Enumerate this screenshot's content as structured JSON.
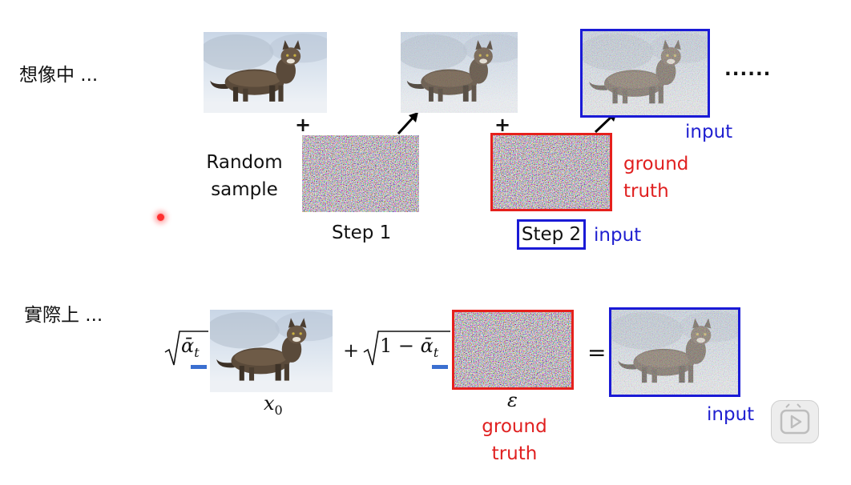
{
  "rows": {
    "imagined_label": "想像中 ...",
    "actual_label": "實際上 ..."
  },
  "top": {
    "plus_1": "+",
    "plus_2": "+",
    "random_sample_line1": "Random",
    "random_sample_line2": "sample",
    "step1_label": "Step 1",
    "step2_label": "Step 2",
    "step2_input_label": "input",
    "ellipsis": "......",
    "noisy_input_label": "input",
    "ground_truth_line1": "ground",
    "ground_truth_line2": "truth"
  },
  "bottom": {
    "sqrt_alpha_bar": "ᾱ",
    "sub_t": "t",
    "plus_sign": "+",
    "one_minus": "1 −",
    "sub_t_2": "t",
    "x0": "x",
    "x0_sub": "0",
    "epsilon": "ε",
    "equals": "=",
    "ground_truth_line1": "ground",
    "ground_truth_line2": "truth",
    "result_input_label": "input"
  },
  "colors": {
    "red": "#e6201c",
    "blue": "#1a1ad6",
    "underline": "#3a6fd0"
  },
  "icons": [
    "arrow-icon",
    "play-icon",
    "laser-pointer-icon"
  ]
}
